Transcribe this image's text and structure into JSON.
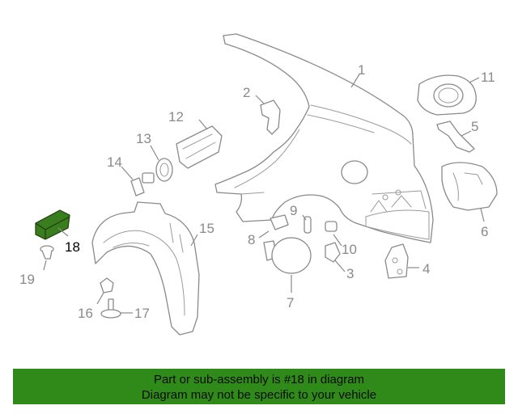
{
  "diagram": {
    "highlight_color": "#3a7d1e",
    "highlighted_part": "18",
    "callouts": {
      "c1": "1",
      "c2": "2",
      "c3": "3",
      "c4": "4",
      "c5": "5",
      "c6": "6",
      "c7": "7",
      "c8": "8",
      "c9": "9",
      "c10": "10",
      "c11": "11",
      "c12": "12",
      "c13": "13",
      "c14": "14",
      "c15": "15",
      "c16": "16",
      "c17": "17",
      "c18": "18",
      "c19": "19"
    }
  },
  "footer": {
    "background": "#2f8a1a",
    "line1": "Part or sub-assembly is #18 in diagram",
    "line2": "Diagram may not be specific to your vehicle"
  }
}
